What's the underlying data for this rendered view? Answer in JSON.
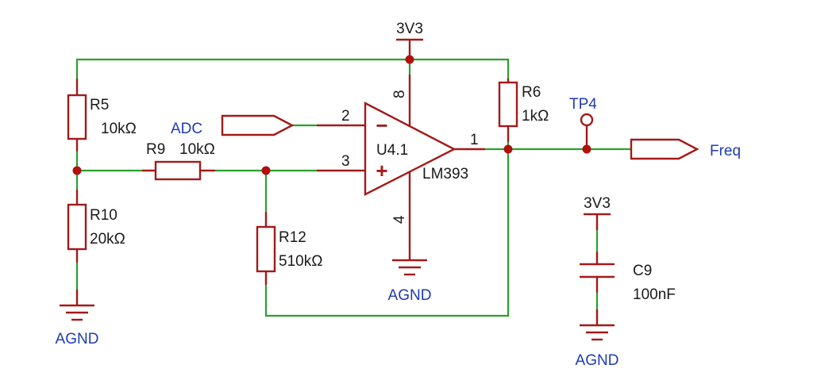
{
  "nets": {
    "vcc_top": "3V3",
    "vcc_cap": "3V3",
    "gnd_left": "AGND",
    "gnd_mid": "AGND",
    "gnd_right": "AGND",
    "adc": "ADC",
    "freq": "Freq"
  },
  "components": {
    "r5": {
      "ref": "R5",
      "value": "10kΩ"
    },
    "r6": {
      "ref": "R6",
      "value": "1kΩ"
    },
    "r9": {
      "ref": "R9",
      "value": "10kΩ"
    },
    "r10": {
      "ref": "R10",
      "value": "20kΩ"
    },
    "r12": {
      "ref": "R12",
      "value": "510kΩ"
    },
    "c9": {
      "ref": "C9",
      "value": "100nF"
    },
    "u4": {
      "ref": "U4.1",
      "part": "LM393"
    },
    "tp4": {
      "ref": "TP4"
    }
  },
  "pins": {
    "inv": "2",
    "noninv": "3",
    "out": "1",
    "vcc": "8",
    "gnd": "4",
    "minus_sign": "−",
    "plus_sign": "+"
  },
  "colors": {
    "wire": "#2aa12a",
    "component": "#a31a1a",
    "net_label": "#1f3bb3",
    "text": "#1a1a1a"
  }
}
